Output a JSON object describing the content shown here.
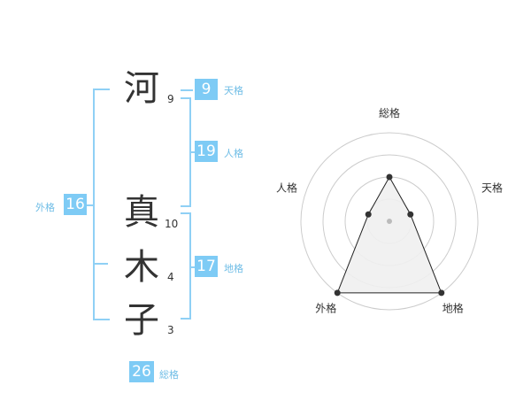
{
  "name": {
    "chars": [
      {
        "char": "河",
        "strokes": "9"
      },
      {
        "char": "真",
        "strokes": "10"
      },
      {
        "char": "木",
        "strokes": "4"
      },
      {
        "char": "子",
        "strokes": "3"
      }
    ]
  },
  "kaku": {
    "tenkaku": {
      "value": "9",
      "label": "天格"
    },
    "jinkaku": {
      "value": "19",
      "label": "人格"
    },
    "chikaku": {
      "value": "17",
      "label": "地格"
    },
    "gaikaku": {
      "value": "16",
      "label": "外格"
    },
    "soukaku": {
      "value": "26",
      "label": "総格"
    }
  },
  "chart_data": {
    "type": "radar",
    "axes": [
      "総格",
      "天格",
      "地格",
      "外格",
      "人格"
    ],
    "values": [
      0.5,
      0.25,
      1.0,
      1.0,
      0.25
    ],
    "max": 1.0,
    "rings": 4,
    "colors": {
      "fill": "#f0f0f0",
      "line": "#222222",
      "ring": "#cccccc",
      "point": "#333333",
      "center": "#bbbbbb"
    }
  }
}
